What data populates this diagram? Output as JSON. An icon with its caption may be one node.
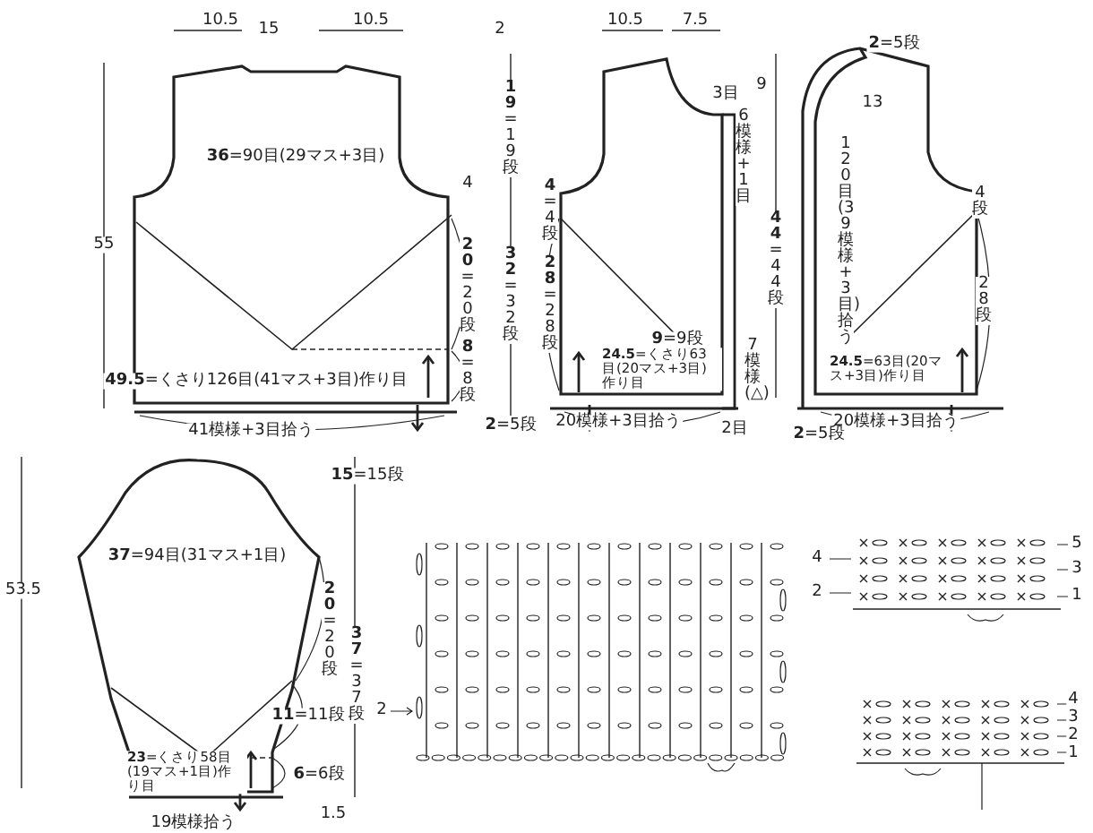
{
  "diagram": {
    "nodes": [
      {
        "text": [
          "**36**=90目(29マス+3目)",
          "**49.5**=くさり126目(41マス+3目)作り目"
        ]
      },
      {
        "text": [
          "**9**=9段",
          "**24.5**=くさり63目(20マス+3目)作り目"
        ]
      },
      {
        "text": [
          "120目(39模様+3目)拾う",
          "**24.5**=63目(20マス+3目)作り目"
        ]
      },
      {
        "text": [
          "**37**=94目(31マス+1目)",
          "**23**=くさり58目(19マス+1目)作り目"
        ]
      }
    ],
    "labels": [
      "10.5",
      "15",
      "10.5",
      "2",
      "10.5",
      "7.5",
      "**2**=5段",
      "9",
      "3目",
      "13",
      "**19**=19段",
      "6模様+1目",
      "4",
      "**4**=4段",
      "4段",
      "55",
      "**44**=44段",
      "**20**=20段",
      "**32**=32段",
      "**28**=28段",
      "28段",
      "7模様(△)",
      "**8**=8段",
      "41模様+3目拾う",
      "20模様+3目拾う",
      "2目",
      "20模様+3目拾う",
      "**2**=5段",
      "**2**=5段",
      "**15**=15段",
      "53.5",
      "**20**=20段",
      "**37**=37段",
      "2",
      "**11**=11段",
      "**6**=6段",
      "19模様拾う",
      "1.5",
      "4",
      "2",
      "5",
      "3",
      "1",
      "4",
      "3",
      "2",
      "1"
    ]
  }
}
